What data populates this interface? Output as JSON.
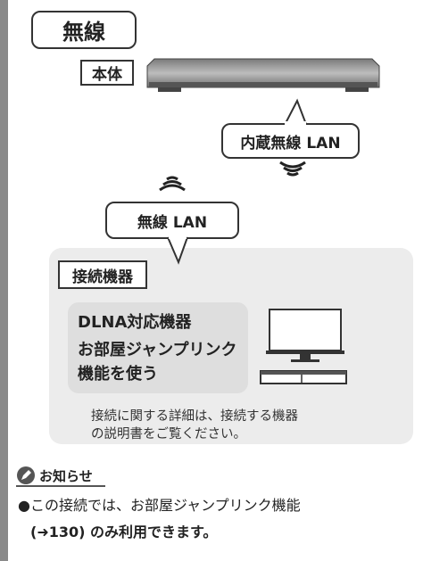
{
  "diagram": {
    "wireless_label": "無線",
    "unit_label": "本体",
    "internal_lan_label": "内蔵無線 LAN",
    "wireless_lan_label": "無線 LAN",
    "connected_devices_label": "接続機器",
    "device_line1": "DLNA対応機器",
    "device_line2": "お部屋ジャンプリンク",
    "device_line3": "機能を使う",
    "note_line1": "接続に関する詳細は、接続する機器",
    "note_line2": "の説明書をご覧ください。",
    "icons": [
      "recorder-device",
      "wifi-signal-icon",
      "tv-icon",
      "player-icon"
    ]
  },
  "info": {
    "title": "お知らせ",
    "icon": "pencil-icon",
    "bullet_line1": "●この接続では、お部屋ジャンプリンク機能",
    "bullet_line2": "(➜130) のみ利用できます。"
  }
}
